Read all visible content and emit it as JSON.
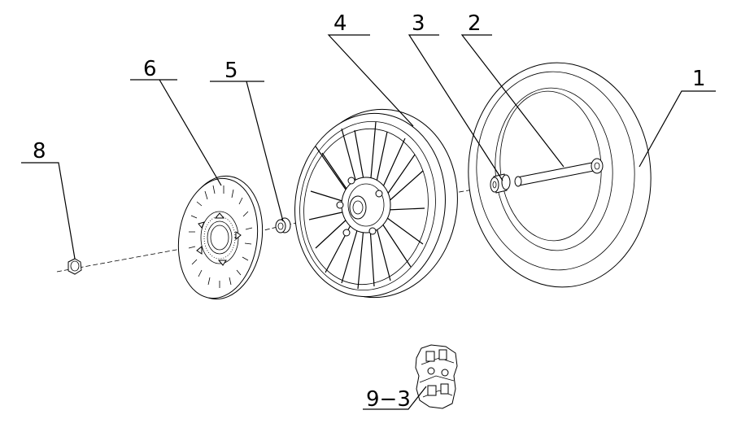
{
  "diagram": {
    "callouts": [
      {
        "id": "1",
        "text": "1"
      },
      {
        "id": "2",
        "text": "2"
      },
      {
        "id": "3",
        "text": "3"
      },
      {
        "id": "4",
        "text": "4"
      },
      {
        "id": "5",
        "text": "5"
      },
      {
        "id": "6",
        "text": "6"
      },
      {
        "id": "8",
        "text": "8"
      },
      {
        "id": "9-3",
        "text": "9−3"
      }
    ]
  }
}
